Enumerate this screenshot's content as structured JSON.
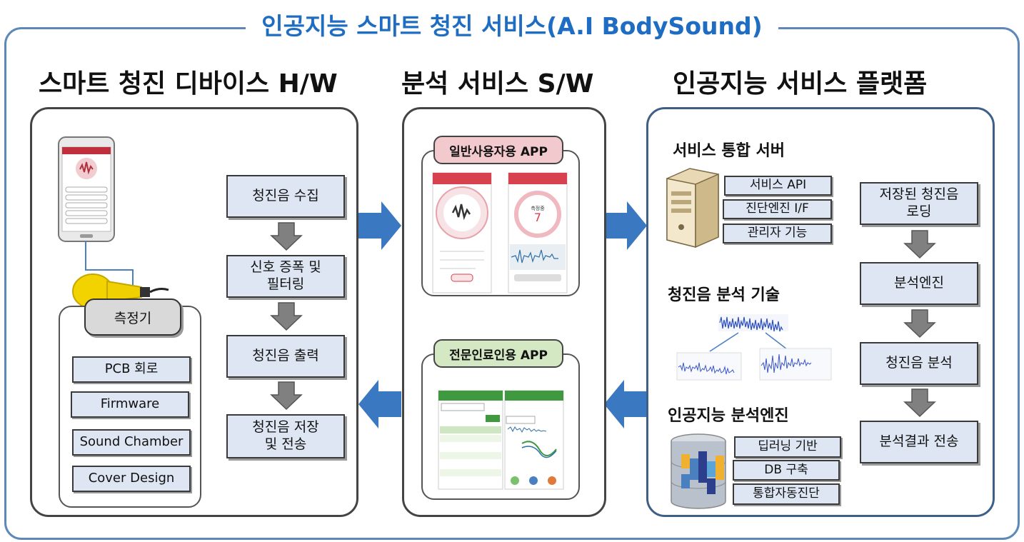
{
  "title": "인공지능 스마트 청진 서비스(A.I BodySound)",
  "columns": {
    "hw": {
      "title": "스마트 청진 디바이스 H/W",
      "flow": [
        "청진음 수집",
        "신호 증폭 및\n필터링",
        "청진음 출력",
        "청진음 저장\n및 전송"
      ],
      "device_label": "측정기",
      "device_parts": [
        "PCB 회로",
        "Firmware",
        "Sound Chamber",
        "Cover Design"
      ]
    },
    "sw": {
      "title": "분석 서비스 S/W",
      "app_general": "일반사용자용 APP",
      "app_pro": "전문인료인용 APP"
    },
    "ai": {
      "title": "인공지능 서비스 플랫폼",
      "server_title": "서비스 통합 서버",
      "server_items": [
        "서비스 API",
        "진단엔진 I/F",
        "관리자 기능"
      ],
      "analysis_title": "청진음 분석 기술",
      "engine_title": "인공지능 분석엔진",
      "engine_items": [
        "딥러닝 기반",
        "DB 구축",
        "통합자동진단"
      ],
      "flow": [
        "저장된 청진음\n로딩",
        "분석엔진",
        "청진음 분석",
        "분석결과  전송"
      ]
    }
  },
  "colors": {
    "title_blue": "#1f6dc2",
    "frame": "#5e88b5",
    "box_fill": "#dde6f2",
    "arrow_blue": "#3a78c2",
    "arrow_gray": "#808080",
    "pill_pink": "#f2c9cd",
    "pill_green": "#d4e8c4"
  },
  "icons": [
    "smartphone-icon",
    "stethoscope-sensor-icon",
    "server-icon",
    "database-icon",
    "waveform-icon"
  ]
}
